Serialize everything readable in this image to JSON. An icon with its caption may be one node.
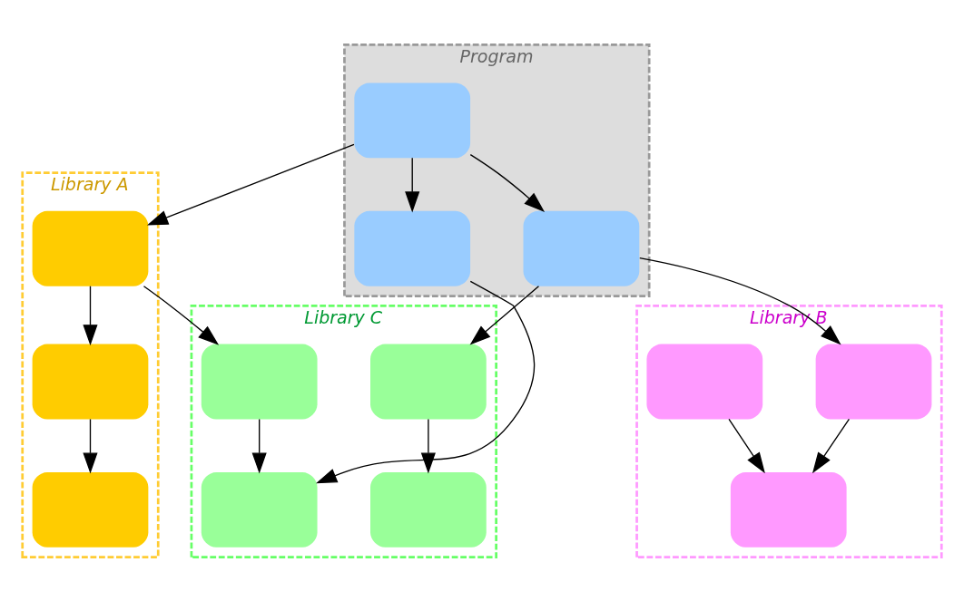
{
  "diagram": {
    "nodes": [
      {
        "text": [
          "Program"
        ]
      },
      {
        "text": [],
        "shape": "box",
        "in": 0
      },
      {
        "text": [],
        "shape": "box",
        "in": 0
      },
      {
        "text": [],
        "shape": "box",
        "in": 0
      },
      {
        "text": [
          "Library A"
        ]
      },
      {
        "text": [],
        "shape": "box",
        "in": 4
      },
      {
        "text": [],
        "shape": "box",
        "in": 4
      },
      {
        "text": [],
        "shape": "box",
        "in": 4
      },
      {
        "text": [
          "Library B"
        ]
      },
      {
        "text": [],
        "shape": "box",
        "in": 8
      },
      {
        "text": [],
        "shape": "box",
        "in": 8
      },
      {
        "text": [],
        "shape": "box",
        "in": 8
      },
      {
        "text": [
          "Library C"
        ]
      },
      {
        "text": [],
        "shape": "box",
        "in": 12
      },
      {
        "text": [],
        "shape": "box",
        "in": 12
      },
      {
        "text": [],
        "shape": "box",
        "in": 12
      },
      {
        "text": [],
        "shape": "box",
        "in": 12
      }
    ],
    "edges": [
      {
        "from": 1,
        "to": 2,
        "arrow": "to"
      },
      {
        "from": 1,
        "to": 5,
        "arrow": "to"
      },
      {
        "from": 1,
        "to": 3,
        "arrow": "to"
      },
      {
        "from": 2,
        "to": 14,
        "arrow": "to"
      },
      {
        "from": 2,
        "to": 9,
        "arrow": "to"
      },
      {
        "from": 5,
        "to": 6,
        "arrow": "to"
      },
      {
        "from": 5,
        "to": 13,
        "arrow": "to"
      },
      {
        "from": 6,
        "to": 7,
        "arrow": "to"
      },
      {
        "from": 3,
        "to": 15,
        "arrow": "to"
      },
      {
        "from": 13,
        "to": 15,
        "arrow": "to"
      },
      {
        "from": 14,
        "to": 16,
        "arrow": "to"
      },
      {
        "from": 9,
        "to": 11,
        "arrow": "to"
      },
      {
        "from": 10,
        "to": 11,
        "arrow": "to"
      }
    ]
  }
}
